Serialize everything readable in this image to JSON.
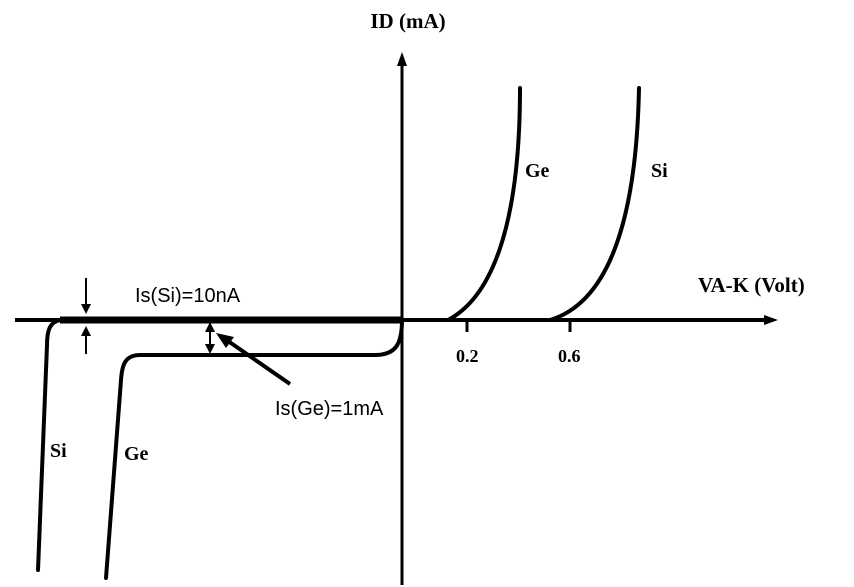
{
  "axes": {
    "y_label": "ID (mA)",
    "x_label": "VA-K (Volt)",
    "x_ticks": [
      "0.2",
      "0.6"
    ]
  },
  "curves": {
    "forward_ge": "Ge",
    "forward_si": "Si",
    "reverse_si": "Si",
    "reverse_ge": "Ge"
  },
  "annotations": {
    "is_si": "Is(Si)=10nA",
    "is_ge": "Is(Ge)=1mA"
  },
  "colors": {
    "ink": "#000000",
    "background": "#ffffff"
  }
}
